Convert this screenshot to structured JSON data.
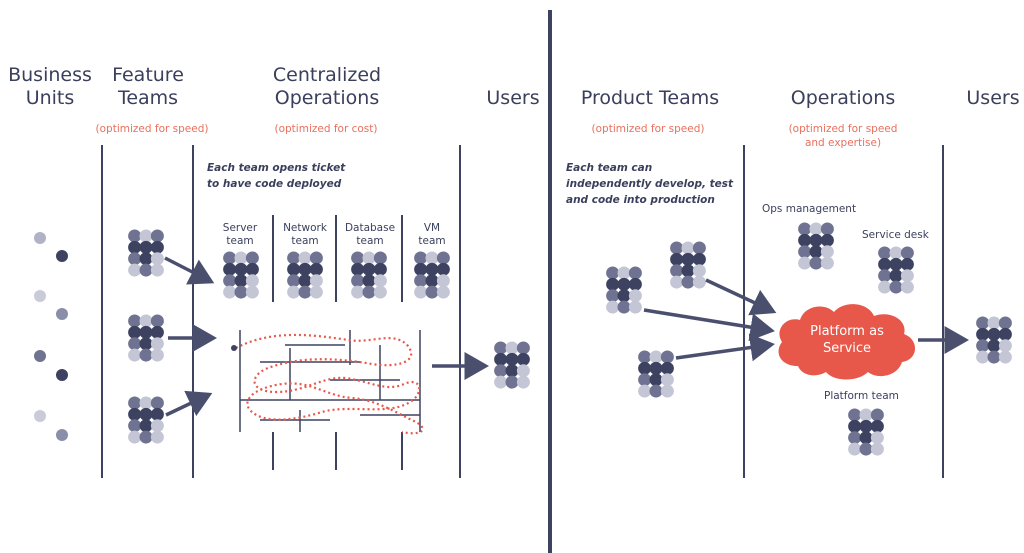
{
  "left": {
    "columns": {
      "business_units": "Business\nUnits",
      "feature_teams": "Feature\nTeams",
      "feature_teams_note": "(optimized for speed)",
      "central_ops": "Centralized\nOperations",
      "central_ops_note": "(optimized for cost)",
      "users": "Users"
    },
    "annotation": "Each team opens ticket\nto have code deployed",
    "teams": [
      {
        "label": "Server\nteam"
      },
      {
        "label": "Network\nteam"
      },
      {
        "label": "Database\nteam"
      },
      {
        "label": "VM\nteam"
      }
    ]
  },
  "right": {
    "columns": {
      "product_teams": "Product Teams",
      "product_teams_note": "(optimized for speed)",
      "operations": "Operations",
      "operations_note": "(optimized for speed\nand expertise)",
      "users": "Users"
    },
    "annotation": "Each team can\nindependently develop, test\nand code into production",
    "ops_management": "Ops management",
    "service_desk": "Service desk",
    "platform": "Platform as\nService",
    "platform_team": "Platform team"
  },
  "colors": {
    "dark": "#3d4260",
    "mid": "#6f7391",
    "light": "#c4c6d6",
    "accent": "#e8705d",
    "divider": "#3d4260"
  }
}
